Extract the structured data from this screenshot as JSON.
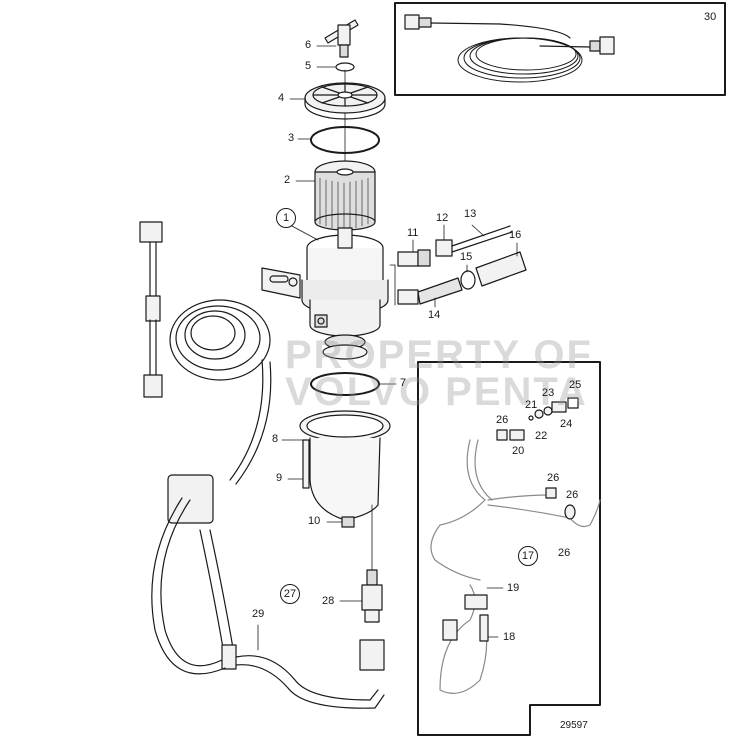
{
  "diagram": {
    "title": "Fuel filter / water separator assembly with wiring harnesses",
    "reference_number": "29597",
    "watermark": [
      "PROPERTY OF",
      "VOLVO PENTA"
    ],
    "callouts": [
      {
        "id": "1",
        "circled": true,
        "desc": "Fuel filter housing with bracket"
      },
      {
        "id": "2",
        "desc": "Filter element"
      },
      {
        "id": "3",
        "desc": "O-ring (upper)"
      },
      {
        "id": "4",
        "desc": "Filter cover"
      },
      {
        "id": "5",
        "desc": "Small O-ring"
      },
      {
        "id": "6",
        "desc": "Bleed screw (T-handle)"
      },
      {
        "id": "7",
        "desc": "O-ring (bowl)"
      },
      {
        "id": "8",
        "desc": "Water separator bowl"
      },
      {
        "id": "9",
        "desc": "Bolt"
      },
      {
        "id": "10",
        "desc": "Drain plug"
      },
      {
        "id": "11",
        "desc": "Nipple"
      },
      {
        "id": "12",
        "desc": "Nut"
      },
      {
        "id": "13",
        "desc": "Fuel line"
      },
      {
        "id": "14",
        "desc": "Hose nipple"
      },
      {
        "id": "15",
        "desc": "Hose clamp"
      },
      {
        "id": "16",
        "desc": "Hose"
      },
      {
        "id": "17",
        "circled": true,
        "desc": "Cable harness kit"
      },
      {
        "id": "18",
        "desc": "Sensor"
      },
      {
        "id": "19",
        "desc": "Connector"
      },
      {
        "id": "20",
        "desc": "Connector housing"
      },
      {
        "id": "21",
        "desc": "Pin"
      },
      {
        "id": "22",
        "desc": "Seal"
      },
      {
        "id": "23",
        "desc": "Seal"
      },
      {
        "id": "24",
        "desc": "Connector cap"
      },
      {
        "id": "25",
        "desc": "Lock"
      },
      {
        "id": "26",
        "desc": "Connector / terminal (x4)"
      },
      {
        "id": "27",
        "circled": true,
        "desc": "Water-in-fuel sensor kit"
      },
      {
        "id": "28",
        "desc": "Water sensor"
      },
      {
        "id": "29",
        "desc": "Cable harness"
      },
      {
        "id": "30",
        "desc": "Extension cable (inset)"
      }
    ]
  },
  "labels": {
    "l1": "1",
    "l2": "2",
    "l3": "3",
    "l4": "4",
    "l5": "5",
    "l6": "6",
    "l7": "7",
    "l8": "8",
    "l9": "9",
    "l10": "10",
    "l11": "11",
    "l12": "12",
    "l13": "13",
    "l14": "14",
    "l15": "15",
    "l16": "16",
    "l17": "17",
    "l18": "18",
    "l19": "19",
    "l20": "20",
    "l21": "21",
    "l22": "22",
    "l23": "23",
    "l24": "24",
    "l25": "25",
    "l26a": "26",
    "l26b": "26",
    "l26c": "26",
    "l26d": "26",
    "l27": "27",
    "l28": "28",
    "l29": "29",
    "l30": "30"
  },
  "colors": {
    "line": "#1a1a1a",
    "fill_light": "#f2f2f2",
    "fill_mid": "#cfcfcf",
    "wire_gray": "#9a9a9a",
    "watermark": "#bdbdbd"
  }
}
